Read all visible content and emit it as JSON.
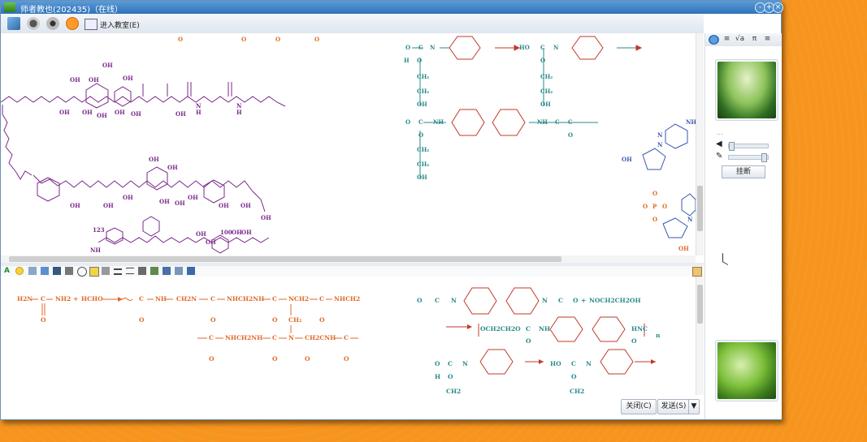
{
  "window": {
    "title": "师者教也(202435)（在线）",
    "controls": [
      "-",
      "+",
      "×"
    ]
  },
  "toolbar": {
    "enter_classroom_label": "进入教室(E)"
  },
  "top_pane": {
    "numbers": [
      "123",
      "100"
    ],
    "hydroxyl": "OH",
    "amide": [
      "N",
      "H"
    ],
    "carbamate_formulas": [
      "O",
      "C",
      "N",
      "H",
      "HO",
      "CH2",
      "OH",
      "NH",
      "P"
    ]
  },
  "bottom_pane": {
    "reaction1_reactants": [
      "H2N",
      "C",
      "NH2",
      "+",
      "HCHO"
    ],
    "reaction1_products": [
      "C",
      "NH",
      "CH2N",
      "C",
      "NHCH2NH",
      "C",
      "NCH2",
      "C",
      "NHCH2"
    ],
    "reaction1_row2": [
      "C",
      "NHCH2NH",
      "C",
      "N",
      "CH2CNH",
      "C"
    ],
    "reaction2_row1": [
      "O",
      "C",
      "N",
      "N",
      "C",
      "O",
      "+",
      "NOCH2CH2OH"
    ],
    "reaction2_row2": [
      "OCH2CH2O",
      "C",
      "NH",
      "HNC",
      "n"
    ],
    "reaction3": [
      "O",
      "C",
      "N",
      "H",
      "O",
      "CH2",
      "HO",
      "C",
      "N",
      "O",
      "CH2"
    ]
  },
  "buttons": {
    "close_label": "关闭(C)",
    "send_label": "发送(S)",
    "send_dropdown": "▼",
    "hangup_label": "挂断"
  },
  "sidebar": {
    "tabs": [
      "≡",
      "√a",
      "π",
      "≡"
    ],
    "dots": "..."
  },
  "colors": {
    "accent": "#2f73b8",
    "background": "#f7941d",
    "chem_purple": "#7a2a8a",
    "chem_orange": "#e06a28",
    "chem_teal": "#2a8a8a",
    "chem_red": "#c0392b"
  }
}
